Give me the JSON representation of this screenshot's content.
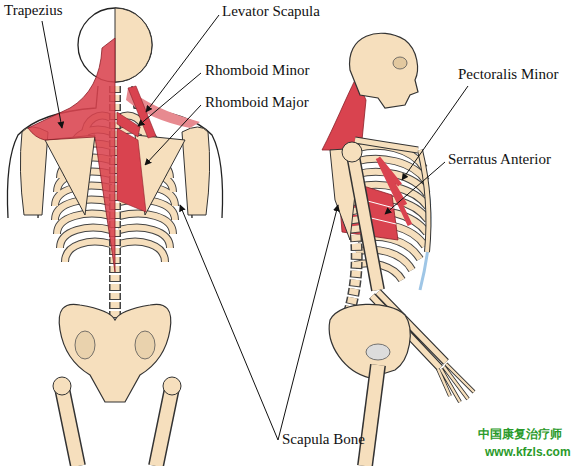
{
  "diagram": {
    "labels": [
      "Trapezius",
      "Levator Scapula",
      "Rhomboid Minor",
      "Rhomboid Major",
      "Pectoralis Minor",
      "Serratus Anterior",
      "Scapula Bone",
      "中国康复治疗师",
      "www.kfzls.com"
    ]
  }
}
